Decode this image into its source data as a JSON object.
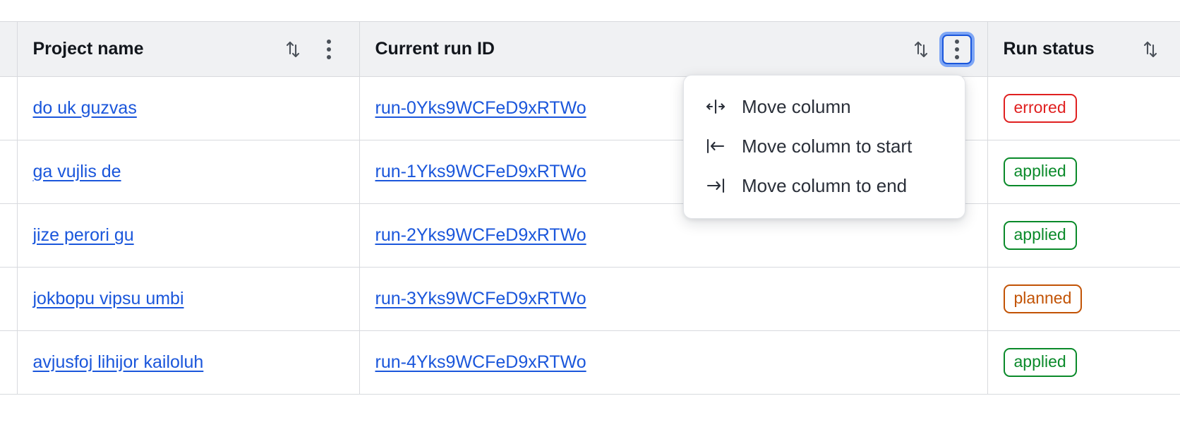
{
  "table": {
    "columns": [
      {
        "id": "gutter",
        "label": ""
      },
      {
        "id": "project",
        "label": "Project name",
        "sort_icon": "sort-arrows-icon",
        "menu_icon": "kebab-menu-icon"
      },
      {
        "id": "runid",
        "label": "Current run ID",
        "sort_icon": "sort-arrows-icon",
        "menu_icon": "kebab-menu-icon"
      },
      {
        "id": "status",
        "label": "Run status",
        "sort_icon": "sort-arrows-icon"
      }
    ],
    "rows": [
      {
        "project": "do uk guzvas",
        "run_id": "run-0Yks9WCFeD9xRTWo",
        "status": "errored"
      },
      {
        "project": "ga vujlis de",
        "run_id": "run-1Yks9WCFeD9xRTWo",
        "status": "applied"
      },
      {
        "project": "jize perori gu",
        "run_id": "run-2Yks9WCFeD9xRTWo",
        "status": "applied"
      },
      {
        "project": "jokbopu vipsu umbi",
        "run_id": "run-3Yks9WCFeD9xRTWo",
        "status": "planned"
      },
      {
        "project": "avjusfoj lihijor kailoluh",
        "run_id": "run-4Yks9WCFeD9xRTWo",
        "status": "applied"
      }
    ]
  },
  "column_menu": {
    "open_for_column": "Current run ID",
    "items": [
      {
        "label": "Move column",
        "icon": "move-column-icon"
      },
      {
        "label": "Move column to start",
        "icon": "move-to-start-icon"
      },
      {
        "label": "Move column to end",
        "icon": "move-to-end-icon"
      }
    ]
  },
  "colors": {
    "link": "#1a56db",
    "focus_ring": "#7ea6f5",
    "focus_border": "#1a56db",
    "header_bg": "#f0f1f3",
    "border": "#d8dade",
    "status_errored": "#e02020",
    "status_applied": "#0a8a2a",
    "status_planned": "#c25305"
  }
}
